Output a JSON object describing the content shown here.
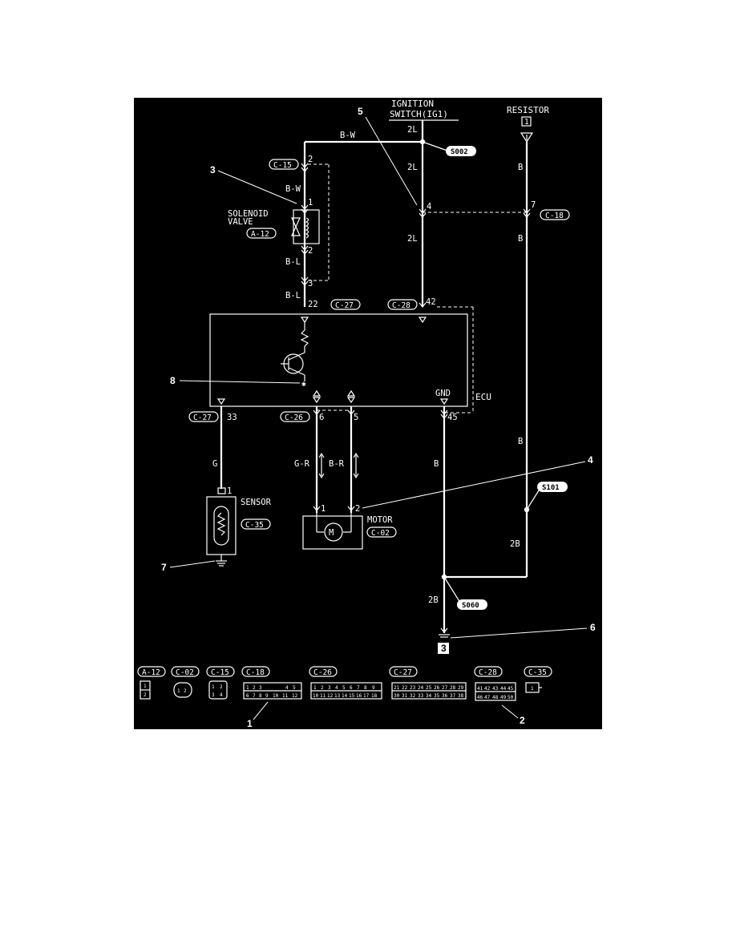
{
  "labels": {
    "ignition_switch": "IGNITION",
    "ignition_switch2": "SWITCH(IG1)",
    "resistor": "RESISTOR",
    "resistor_num": "1",
    "solenoid": "SOLENOID",
    "valve": "VALVE",
    "sensor": "SENSOR",
    "motor": "MOTOR",
    "ecu": "ECU",
    "gnd": "GND",
    "ground_num": "3"
  },
  "wires": {
    "bw_top": "B-W",
    "bw_left": "B-W",
    "bl_1": "B-L",
    "bl_2": "B-L",
    "l2_a": "2L",
    "l2_b": "2L",
    "l2_c": "2L",
    "b_right_top": "B",
    "b_right_mid": "B",
    "b_right_low": "B",
    "b2_right": "2B",
    "b_center": "B",
    "b2_bottom": "2B",
    "g": "G",
    "gr": "G-R",
    "br": "B-R"
  },
  "connectors": {
    "c15": "C-15",
    "a12": "A-12",
    "c18": "C-18",
    "c27_top": "C-27",
    "c28": "C-28",
    "c27_bottom": "C-27",
    "c26": "C-26",
    "c35": "C-35",
    "c02": "C-02"
  },
  "pins": {
    "p2_c15": "2",
    "p1_sol": "1",
    "p2_sol": "2",
    "p3": "3",
    "p22": "22",
    "p42": "42",
    "p4": "4",
    "p7": "7",
    "p33": "33",
    "p6": "6",
    "p5": "5",
    "p45": "45",
    "p1_sensor": "1",
    "p1_motor": "1",
    "p2_motor": "2"
  },
  "splices": {
    "s002": "S002",
    "s101": "S101",
    "s060": "S060"
  },
  "callouts": [
    "1",
    "2",
    "3",
    "4",
    "5",
    "6",
    "7",
    "8"
  ],
  "legend": [
    {
      "label": "A-12"
    },
    {
      "label": "C-02"
    },
    {
      "label": "C-15"
    },
    {
      "label": "C-18"
    },
    {
      "label": "C-26"
    },
    {
      "label": "C-27"
    },
    {
      "label": "C-28"
    },
    {
      "label": "C-35"
    }
  ],
  "legend_pins": {
    "a12": [
      "1",
      "2"
    ],
    "c02": [
      "1",
      "2"
    ],
    "c15": [
      "1",
      "2",
      "3",
      "4"
    ],
    "c18_top": [
      "1",
      "2",
      "3",
      "4",
      "5"
    ],
    "c18_bottom": [
      "6",
      "7",
      "8",
      "9",
      "10",
      "11",
      "12"
    ],
    "c26_top": [
      "1",
      "2",
      "3",
      "4",
      "5",
      "6",
      "7",
      "8",
      "9"
    ],
    "c26_bottom": [
      "10",
      "11",
      "12",
      "13",
      "14",
      "15",
      "16",
      "17",
      "18"
    ],
    "c27_top": [
      "21",
      "22",
      "23",
      "24",
      "25",
      "26",
      "27",
      "28",
      "29"
    ],
    "c27_bottom": [
      "30",
      "31",
      "32",
      "33",
      "34",
      "35",
      "36",
      "37",
      "38"
    ],
    "c28_top": [
      "41",
      "42",
      "43",
      "44",
      "45"
    ],
    "c28_bottom": [
      "46",
      "47",
      "48",
      "49",
      "50"
    ],
    "c35": [
      "1"
    ]
  }
}
